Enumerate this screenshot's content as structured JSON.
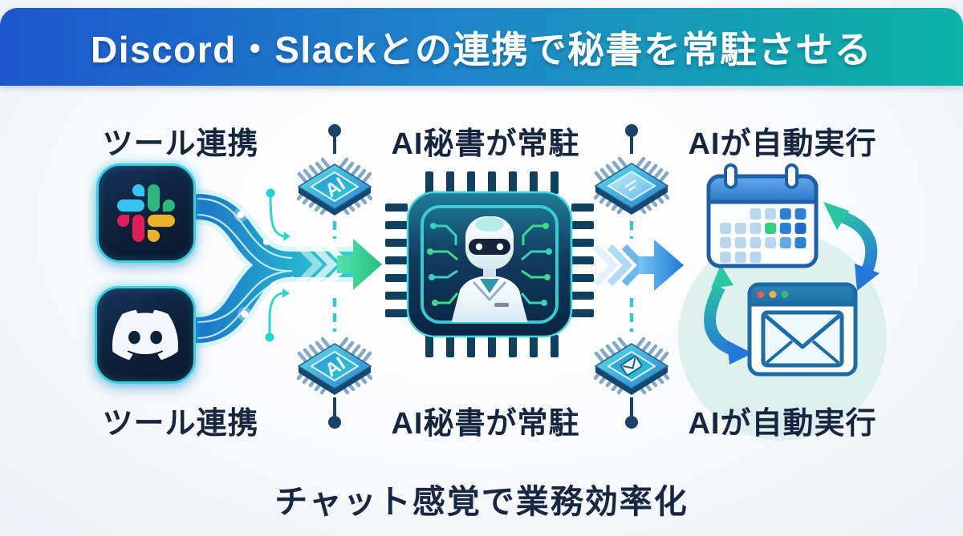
{
  "banner": {
    "title": "Discord・Slackとの連携で秘書を常駐させる",
    "gradient_from": "#1d55cc",
    "gradient_to": "#0db3a4"
  },
  "flow": {
    "left": {
      "top_label": "ツール連携",
      "bottom_label": "ツール連携",
      "icons": [
        "slack-app-icon",
        "discord-app-icon"
      ]
    },
    "middle": {
      "top_label": "AI秘書が常駐",
      "bottom_label": "AI秘書が常駐",
      "icons": [
        "ai-secretary-chip-icon"
      ]
    },
    "right": {
      "top_label": "AIが自動実行",
      "bottom_label": "AIが自動実行",
      "icons": [
        "calendar-icon",
        "mail-browser-icon",
        "sync-arrows-icon"
      ]
    }
  },
  "connectors": {
    "chip_label": "AI",
    "icons": [
      "ai-chip-icon",
      "ai-chip-icon",
      "data-chip-icon",
      "mail-chip-icon",
      "green-arrow-icon",
      "blue-arrow-icon",
      "data-stream-icon"
    ]
  },
  "tagline": "チャット感覚で業務効率化",
  "colors": {
    "heading_text": "#17253f",
    "arrow_green": "#22c287",
    "arrow_blue": "#1e78d6",
    "stream_teal": "#2ecfd0",
    "stream_blue": "#1b74c8",
    "chip_outline_teal": "#3bd2d8",
    "slack_blue": "#36C5F0",
    "slack_green": "#2EB67D",
    "slack_red": "#E01E5A",
    "slack_yellow": "#ECB22E"
  }
}
